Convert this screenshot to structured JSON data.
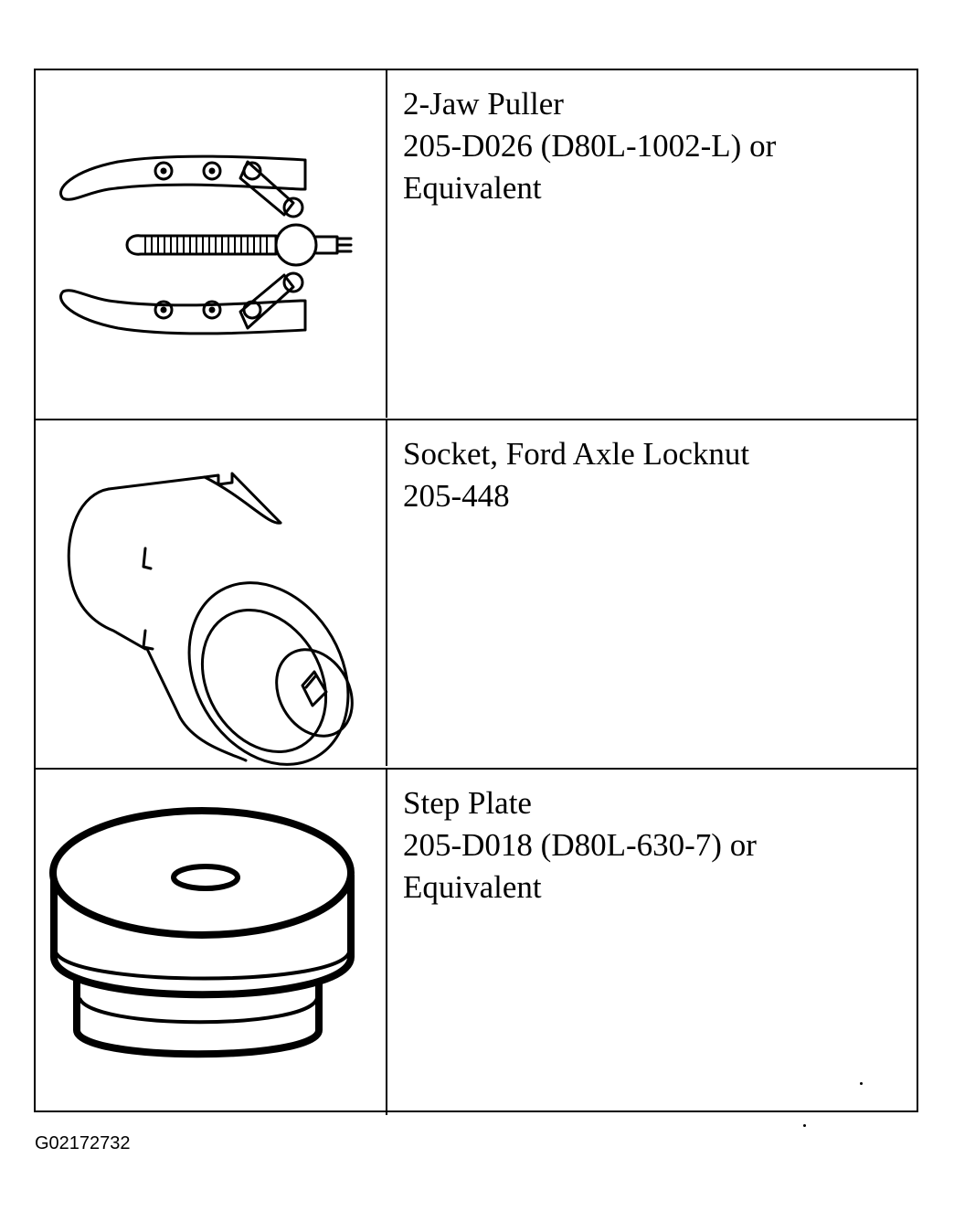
{
  "tools": [
    {
      "icon": "two-jaw-puller-icon",
      "name": "2-Jaw Puller",
      "part_number": "205-D026 (D80L-1002-L) or",
      "note": "Equivalent"
    },
    {
      "icon": "axle-locknut-socket-icon",
      "name": "Socket, Ford Axle Locknut",
      "part_number": "205-448",
      "note": ""
    },
    {
      "icon": "step-plate-icon",
      "name": "Step Plate",
      "part_number": "205-D018 (D80L-630-7) or",
      "note": "Equivalent"
    }
  ],
  "figure_id": "G02172732"
}
